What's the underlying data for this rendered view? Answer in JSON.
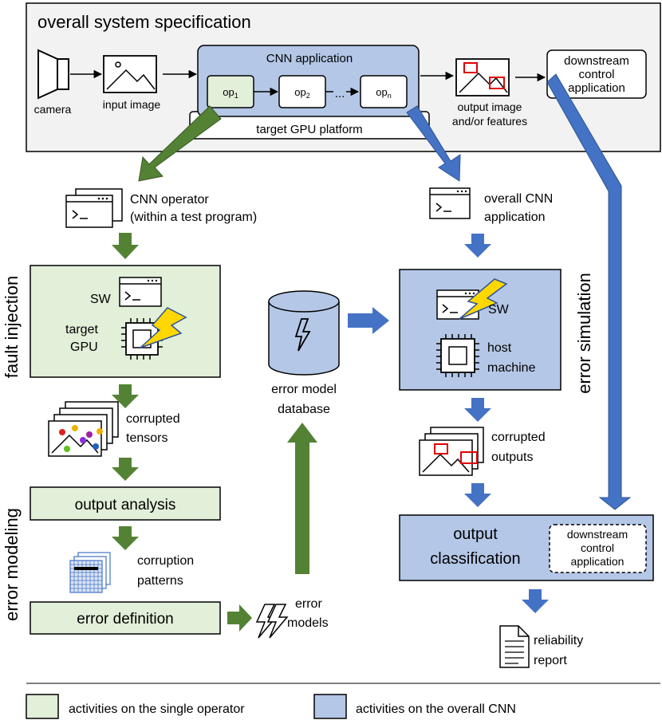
{
  "system": {
    "title": "overall system specification",
    "camera_label": "camera",
    "input_image_label": "input image",
    "cnn_app_label": "CNN application",
    "op1_base": "op",
    "op1_sub": "1",
    "op2_base": "op",
    "op2_sub": "2",
    "ellipsis": "...",
    "opn_base": "op",
    "opn_sub": "n",
    "gpu_platform_label": "target GPU platform",
    "output_image_line1": "output image",
    "output_image_line2": "and/or features",
    "downstream_line1": "downstream",
    "downstream_line2": "control",
    "downstream_line3": "application"
  },
  "left": {
    "operator_line1": "CNN operator",
    "operator_line2": "(within a test program)",
    "sw_label": "SW",
    "target_line1": "target",
    "target_line2": "GPU",
    "corrupted_tensors_line1": "corrupted",
    "corrupted_tensors_line2": "tensors",
    "output_analysis": "output analysis",
    "corruption_line1": "corruption",
    "corruption_line2": "patterns",
    "error_definition": "error definition",
    "error_models_line1": "error",
    "error_models_line2": "models"
  },
  "middle": {
    "database_line1": "error model",
    "database_line2": "database"
  },
  "right": {
    "app_line1": "overall CNN",
    "app_line2": "application",
    "sw_label": "SW",
    "host_line1": "host",
    "host_line2": "machine",
    "corrupted_outputs_line1": "corrupted",
    "corrupted_outputs_line2": "outputs",
    "classification_line1": "output",
    "classification_line2": "classification",
    "downstream_line1": "downstream",
    "downstream_line2": "control",
    "downstream_line3": "application",
    "report_line1": "reliability",
    "report_line2": "report"
  },
  "side_labels": {
    "fault_injection": "fault injection",
    "error_modeling": "error modeling",
    "error_simulation": "error simulation"
  },
  "legend": {
    "single_operator": "activities on the single operator",
    "overall_cnn": "activities on the overall CNN"
  },
  "colors": {
    "green_fill": "#e2efd9",
    "blue_fill": "#b4c7e7",
    "green_arrow": "#548235",
    "blue_arrow": "#4472c4",
    "spec_fill": "#f2f2f2",
    "bolt": "#ffd700"
  }
}
